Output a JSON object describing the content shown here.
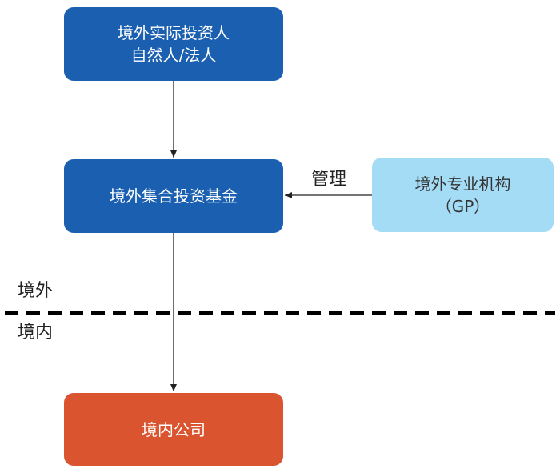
{
  "nodes": {
    "investor": {
      "line1": "境外实际投资人",
      "line2": "自然人/法人",
      "color": "#1a5fb0"
    },
    "fund": {
      "line1": "境外集合投资基金",
      "color": "#1a5fb0"
    },
    "gp": {
      "line1": "境外专业机构",
      "line2": "（GP）",
      "color": "#a4dbf5"
    },
    "company": {
      "line1": "境内公司",
      "color": "#d9542f"
    }
  },
  "edges": {
    "manage_label": "管理"
  },
  "boundary": {
    "offshore_label": "境外",
    "onshore_label": "境内"
  }
}
